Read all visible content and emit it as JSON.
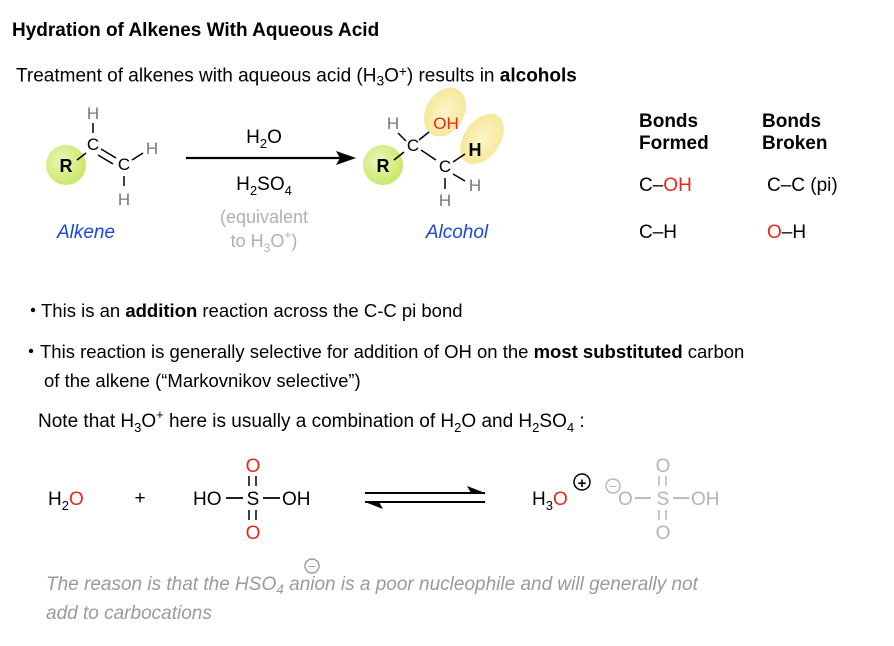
{
  "title": "Hydration of Alkenes With Aqueous Acid",
  "intro": {
    "text_before": "Treatment of alkenes with aqueous acid (H",
    "sub": "3",
    "o": "O",
    "sup": "+",
    "text_after": ") results in ",
    "bold": "alcohols"
  },
  "reaction": {
    "reagent1_h": "H",
    "reagent1_sub": "2",
    "reagent1_o": "O",
    "reagent2_h": "H",
    "reagent2_sub2": "2",
    "reagent2_so": "SO",
    "reagent2_sub4": "4",
    "note_line1": "(equivalent",
    "note_line2_pre": "to H",
    "note_line2_sub": "3",
    "note_line2_o": "O",
    "note_line2_sup": "+",
    "note_line2_post": ")",
    "alkene_label": "Alkene",
    "alcohol_label": "Alcohol",
    "atoms": {
      "R": "R",
      "C": "C",
      "H": "H",
      "OH": "OH"
    }
  },
  "bonds_table": {
    "formed_header_1": "Bonds",
    "formed_header_2": "Formed",
    "broken_header_1": "Bonds",
    "broken_header_2": "Broken",
    "formed": [
      {
        "a": "C–",
        "b": "OH"
      },
      {
        "a": "C–H",
        "b": ""
      }
    ],
    "broken": [
      {
        "a": "C–C (pi)",
        "b": ""
      },
      {
        "a": "O",
        "b": "–H"
      }
    ]
  },
  "bullets": {
    "b1_pre": "This is an ",
    "b1_bold": "addition",
    "b1_post": " reaction across the C-C pi bond",
    "b2_pre": "This reaction is generally selective for addition of OH on the ",
    "b2_bold": "most substituted",
    "b2_post": " carbon",
    "b2_line2": "of the alkene (“Markovnikov selective”)"
  },
  "note": {
    "pre": "Note that H",
    "sub3": "3",
    "o": "O",
    "sup": "+",
    "mid": " here is usually a combination of H",
    "sub2": "2",
    "o2": "O and H",
    "sub2b": "2",
    "so": "SO",
    "sub4": "4",
    "post": " :"
  },
  "equilibrium": {
    "water_h": "H",
    "water_sub": "2",
    "water_o": "O",
    "plus": "+",
    "acid_ho": "HO",
    "acid_s": "S",
    "acid_oh": "OH",
    "acid_o": "O",
    "hydronium_h": "H",
    "hydronium_sub": "3",
    "hydronium_o": "O",
    "plus_charge": "+",
    "minus_charge": "−",
    "bisulfate_o": "O",
    "bisulfate_s": "S",
    "bisulfate_oh": "OH"
  },
  "reason": {
    "pre": "The reason is that the HSO",
    "sub": "4",
    "post": " anion is a poor nucleophile and will generally not",
    "line2": "add to carbocations"
  },
  "colors": {
    "red": "#e8251e",
    "blue": "#1a45e0",
    "gray": "#9a9a9a",
    "lightgray": "#b5b5b5",
    "green": "#d8f08a",
    "yellow": "#fbf0b4"
  }
}
